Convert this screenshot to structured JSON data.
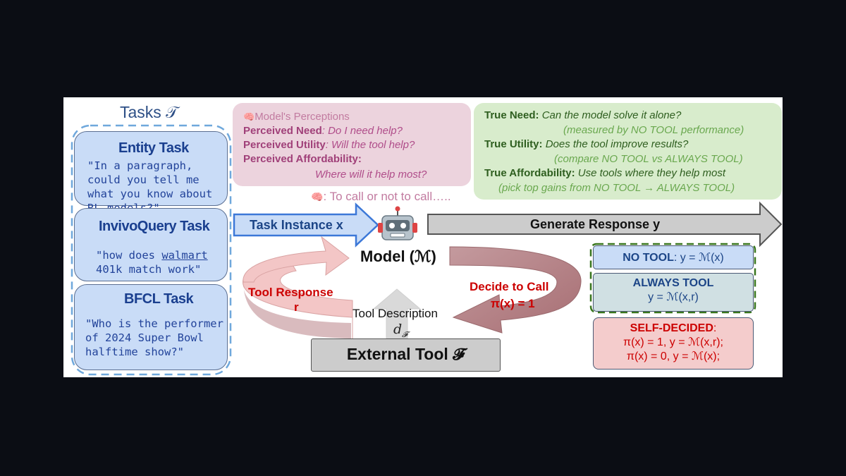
{
  "tasks_title": "Tasks 𝒯",
  "tasks": [
    {
      "title": "Entity Task",
      "text_pre": "\"In a paragraph, could you tell me what you know about ",
      "link": "RL models",
      "text_post": "?\""
    },
    {
      "title": "InvivoQuery Task",
      "text_pre": "\"how does ",
      "link": "walmart",
      "text_post": " 401k match work\""
    },
    {
      "title": "BFCL Task",
      "text_pre": "\"Who is the performer of 2024 Super Bowl halftime show?\"",
      "link": "",
      "text_post": ""
    }
  ],
  "perceptions": {
    "header": "Model's Perceptions",
    "need_label": "Perceived Need",
    "need_text": ": Do I need help?",
    "utility_label": "Perceived Utility",
    "utility_text": ": Will the tool help?",
    "afford_label": "Perceived Affordability:",
    "afford_text": "Where will it help most?"
  },
  "to_call": ": To call or not to call…..",
  "truths": {
    "need_label": "True Need:",
    "need_text": "Can the model solve it alone?",
    "need_sub": "(measured by NO TOOL performance)",
    "utility_label": "True Utility:",
    "utility_text": "Does the tool improve results?",
    "utility_sub": "(compare NO TOOL vs ALWAYS TOOL)",
    "afford_label": "True Affordability:",
    "afford_text": "Use tools where they help most",
    "afford_sub": "(pick top gains from NO TOOL → ALWAYS TOOL)"
  },
  "task_instance": "Task Instance x",
  "generate_response": "Generate Response y",
  "model_label": "Model (ℳ)",
  "tool_response": "Tool Response",
  "tool_response_r": "r",
  "decide_call": "Decide to Call",
  "decide_pi": "π(x) = 1",
  "tool_description": "Tool Description",
  "tool_description_sym": "d",
  "tool_description_sub": "𝓕",
  "external_tool": "External Tool 𝓕",
  "responses": {
    "no_tool_label": "NO TOOL",
    "no_tool_eq": ": y = ℳ(x)",
    "always_tool_label": "ALWAYS TOOL",
    "always_tool_eq": "y = ℳ(x,r)",
    "self_label": "SELF-DECIDED",
    "self_colon": ":",
    "self_eq1": "π(x) = 1, y = ℳ(x,r);",
    "self_eq2": "π(x) = 0, y = ℳ(x);"
  },
  "colors": {
    "task_fill": "#c9dcf7",
    "perception_fill": "#ecd3dd",
    "truth_fill": "#d8eccc",
    "arrow_blue": "#c9dcf7",
    "arrow_gray": "#cccccc",
    "cycle_dark": "#b98489",
    "cycle_light": "#f3c6c6",
    "self_fill": "#f4cccc"
  }
}
